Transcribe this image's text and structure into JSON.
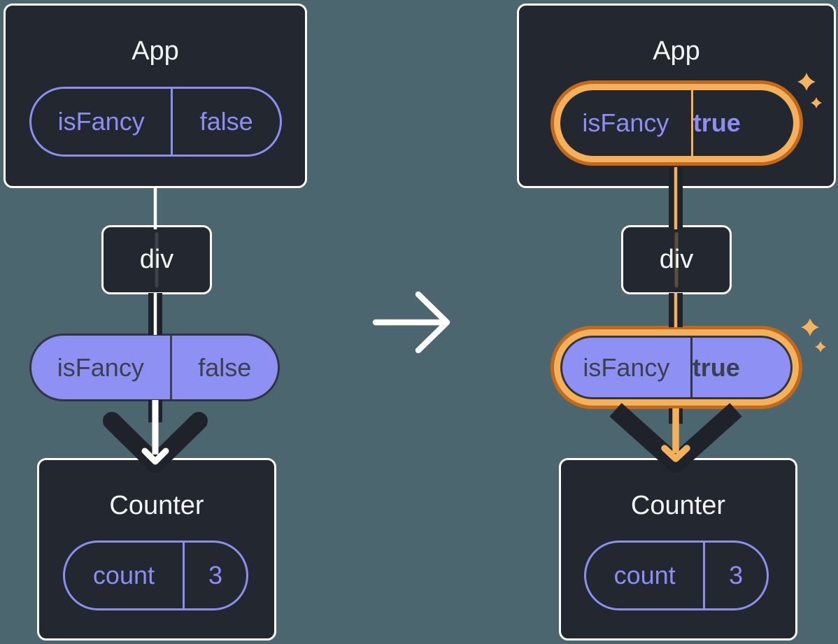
{
  "colors": {
    "background": "#4C6670",
    "card_fill": "#23272F",
    "card_border": "#FFFFFF",
    "purple_accent": "#8C8EF2",
    "purple_pill_fill": "#8F90F4",
    "dark_text_on_purple": "#3A414E",
    "connector_dark": "#1E222B",
    "highlight_orange_dark": "#C2691C",
    "highlight_orange_light": "#F5B05A",
    "sparkle_orange": "#F6B45F",
    "arrow_white": "#FFFFFF"
  },
  "before": {
    "app": {
      "title": "App",
      "prop": {
        "name": "isFancy",
        "value": "false"
      }
    },
    "div_node": {
      "label": "div"
    },
    "passed_prop": {
      "name": "isFancy",
      "value": "false"
    },
    "counter": {
      "title": "Counter",
      "state": {
        "name": "count",
        "value": "3"
      }
    }
  },
  "after": {
    "app": {
      "title": "App",
      "prop": {
        "name": "isFancy",
        "value": "true"
      }
    },
    "div_node": {
      "label": "div"
    },
    "passed_prop": {
      "name": "isFancy",
      "value": "true"
    },
    "counter": {
      "title": "Counter",
      "state": {
        "name": "count",
        "value": "3"
      }
    }
  },
  "icons": {
    "transition_arrow": "right-arrow",
    "sparkle": "four-point-sparkle"
  }
}
